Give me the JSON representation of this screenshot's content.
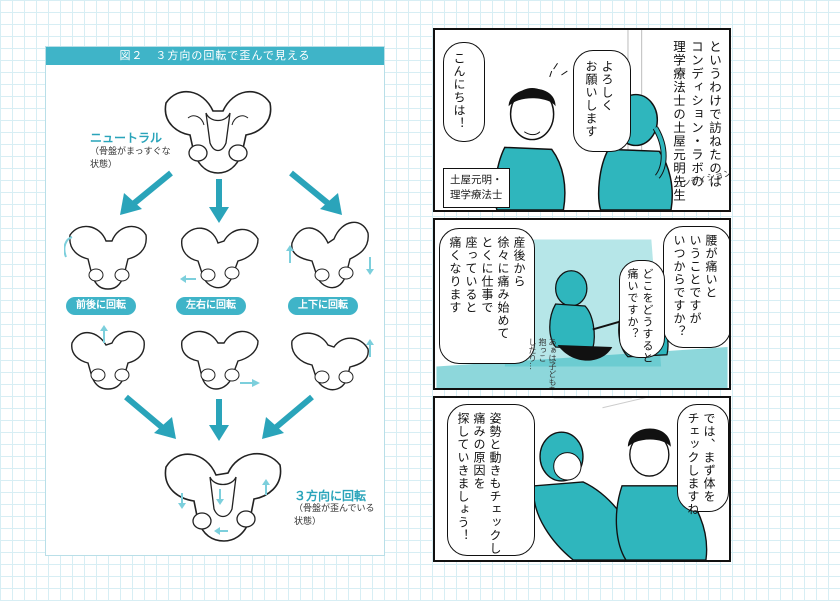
{
  "figure": {
    "title": "図２　３方向の回転で歪んで見える",
    "neutral_label": "ニュートラル",
    "neutral_desc": [
      "（骨盤がまっすぐな",
      "状態）"
    ],
    "rotations": [
      {
        "label": "前後に回転"
      },
      {
        "label": "左右に回転"
      },
      {
        "label": "上下に回転"
      }
    ],
    "combined_label": "３方向に回転",
    "combined_desc": [
      "（骨盤が歪んでいる",
      "状態）"
    ],
    "accent_color": "#3fb4c8"
  },
  "manga": {
    "panel1": {
      "narration": [
        "というわけで訪ねたのは",
        "コンディション・ラボの",
        "理学療法士の土屋元明先生"
      ],
      "speech_patient": [
        "よろしく",
        "お願いします"
      ],
      "speech_doctor": [
        "こんにちは！"
      ],
      "caption": [
        "土屋元明・",
        "理学療法士"
      ],
      "sign": "コンディション・ラボ"
    },
    "panel2": {
      "speech_doctor": [
        "腰が痛いと",
        "いうことですが",
        "いつからですか？"
      ],
      "speech_doctor2": [
        "どこをどうすると",
        "痛いですか？"
      ],
      "speech_patient": [
        "産後から",
        "徐々に痛み始めて",
        "とくに仕事で",
        "座っていると",
        "痛くなります"
      ],
      "sfx": [
        "あぁは子どもを",
        "抱っこ",
        "したり…"
      ]
    },
    "panel3": {
      "speech_doctor": [
        "では、まず体を",
        "チェックしますね"
      ],
      "speech_doctor2": [
        "姿勢と動きもチェックし",
        "痛みの原因を",
        "探していきましょう！"
      ]
    },
    "accent_color": "#2fb6bd"
  }
}
